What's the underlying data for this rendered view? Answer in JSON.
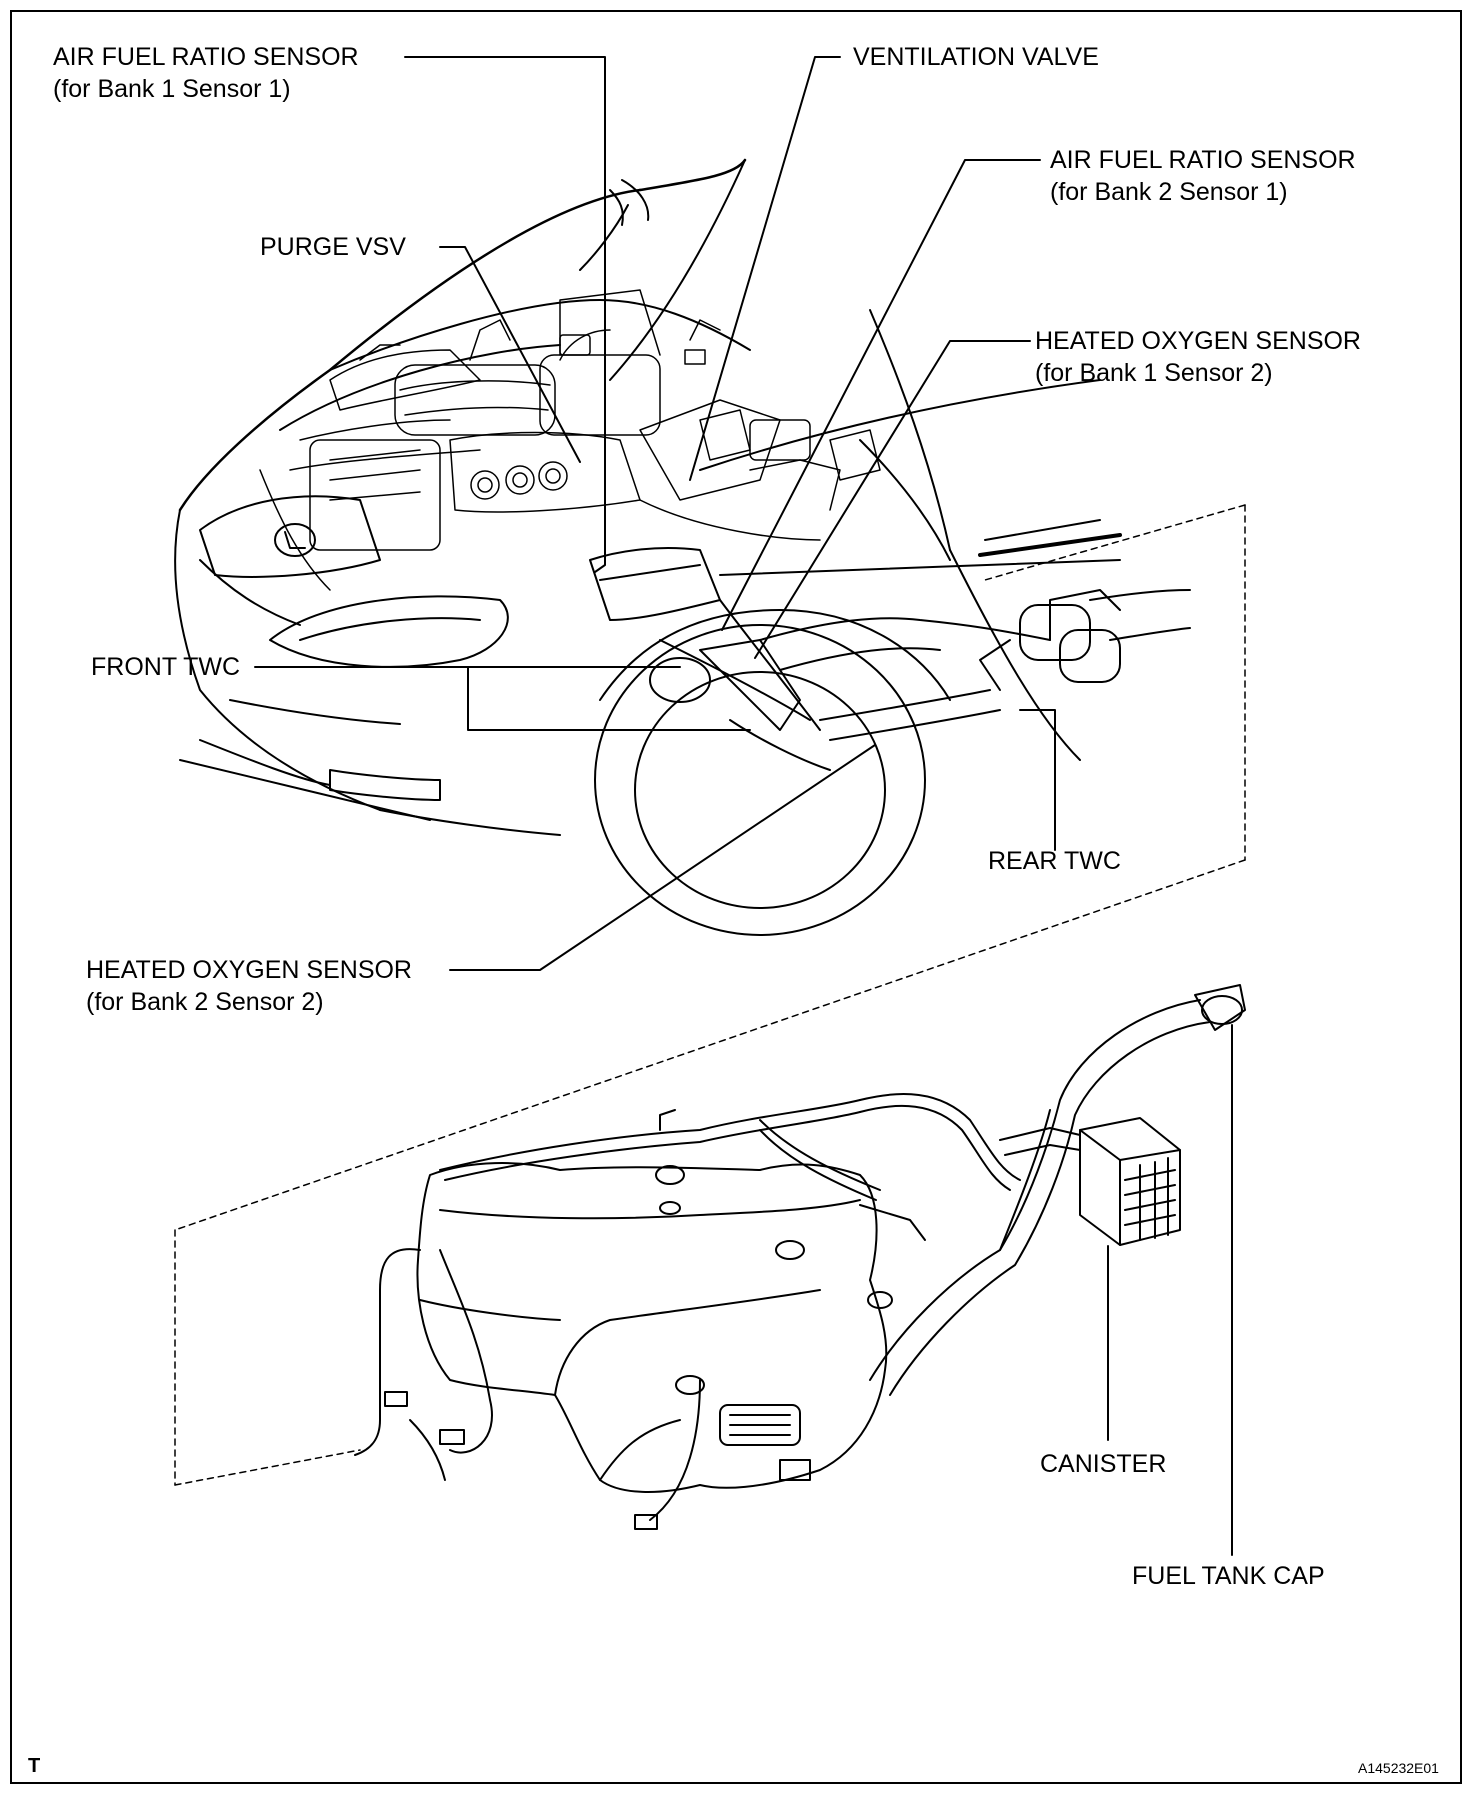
{
  "labels": {
    "afr_bank1": {
      "line1": "AIR FUEL RATIO SENSOR",
      "line2": "(for Bank 1 Sensor 1)"
    },
    "ventilation_valve": {
      "line1": "VENTILATION VALVE"
    },
    "afr_bank2": {
      "line1": "AIR FUEL RATIO SENSOR",
      "line2": "(for Bank 2 Sensor 1)"
    },
    "purge_vsv": {
      "line1": "PURGE VSV"
    },
    "ho2_bank1": {
      "line1": "HEATED OXYGEN SENSOR",
      "line2": "(for Bank 1 Sensor 2)"
    },
    "front_twc": {
      "line1": "FRONT TWC"
    },
    "rear_twc": {
      "line1": "REAR TWC"
    },
    "ho2_bank2": {
      "line1": "HEATED OXYGEN SENSOR",
      "line2": "(for Bank 2 Sensor 2)"
    },
    "canister": {
      "line1": "CANISTER"
    },
    "fuel_tank_cap": {
      "line1": "FUEL TANK CAP"
    }
  },
  "footer": {
    "corner_mark": "T",
    "figure_id": "A145232E01"
  }
}
